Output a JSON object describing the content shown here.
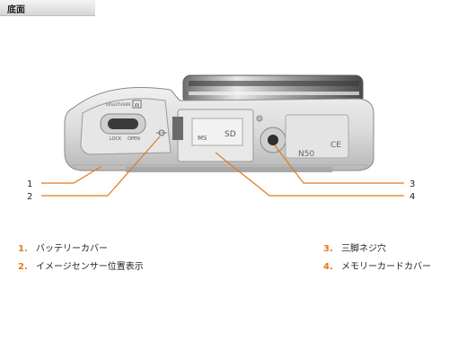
{
  "header": {
    "title": "底面"
  },
  "callouts": [
    {
      "num": "1",
      "label": "バッテリーカバー"
    },
    {
      "num": "2",
      "label": "イメージセンサー位置表示"
    },
    {
      "num": "3",
      "label": "三脚ネジ穴"
    },
    {
      "num": "4",
      "label": "メモリーカードカバー"
    }
  ],
  "camera_marks": {
    "lock": "LOCK",
    "open": "OPEN",
    "infolithium": "InfoLITHIUM",
    "battery_type": "W",
    "card_ms": "MS",
    "card_sd": "SD",
    "model": "N50",
    "ce": "CE"
  },
  "colors": {
    "accent": "#e07a1f",
    "body": "#d8d8d8"
  }
}
